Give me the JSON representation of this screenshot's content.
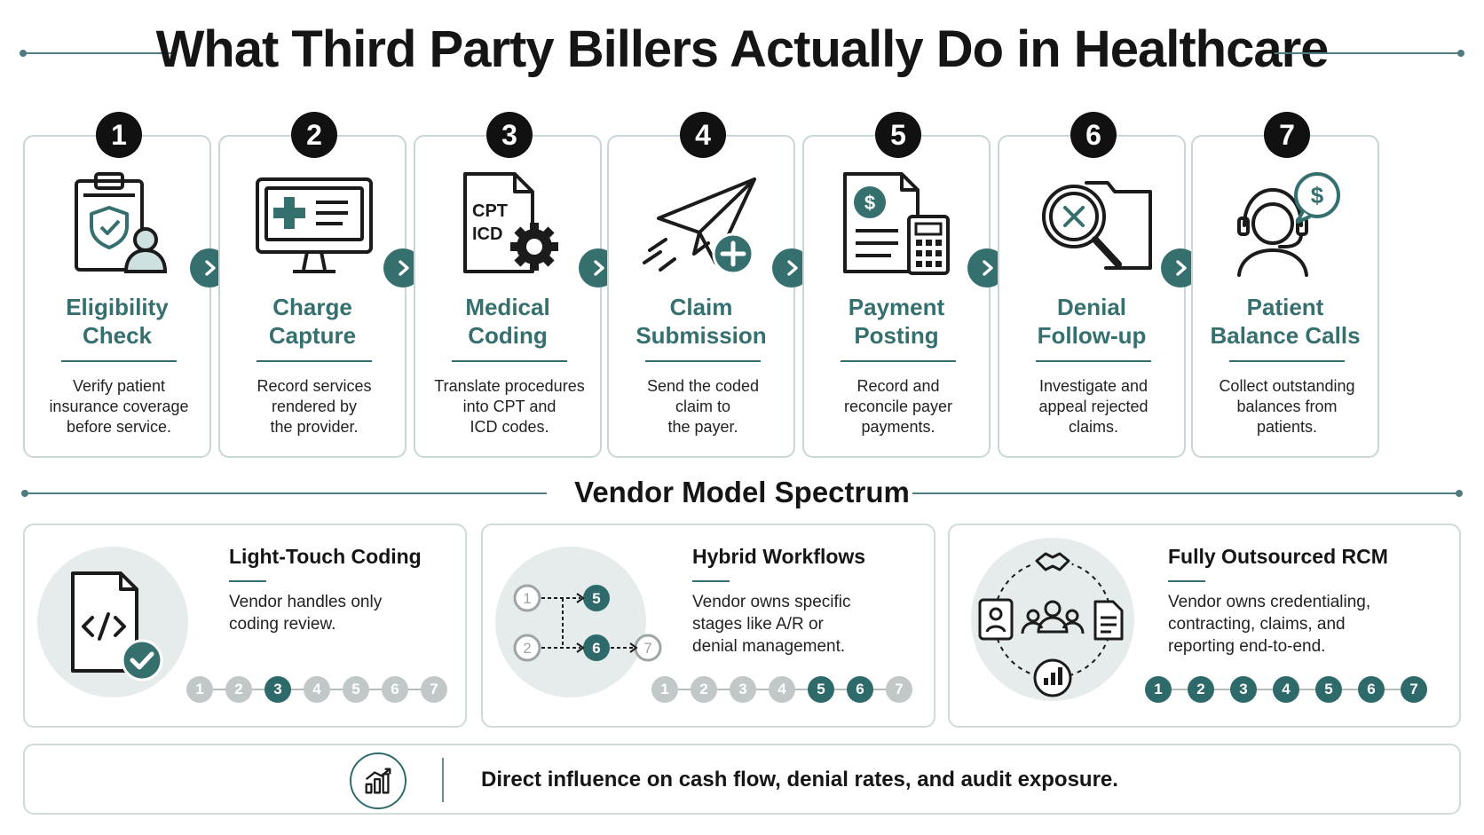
{
  "title": "What Third Party Billers Actually Do in Healthcare",
  "colors": {
    "accent": "#35706f",
    "muted": "#c2c7c7",
    "border": "#c9d6d7"
  },
  "steps": [
    {
      "number": "1",
      "title": "Eligibility\nCheck",
      "description": "Verify patient\ninsurance coverage\nbefore service.",
      "icon": "clipboard-shield-icon"
    },
    {
      "number": "2",
      "title": "Charge\nCapture",
      "description": "Record services\nrendered by\nthe provider.",
      "icon": "monitor-plus-icon"
    },
    {
      "number": "3",
      "title": "Medical\nCoding",
      "description": "Translate procedures\ninto CPT and\nICD codes.",
      "icon": "cpt-icd-document-gear-icon",
      "icon_labels": [
        "CPT",
        "ICD"
      ]
    },
    {
      "number": "4",
      "title": "Claim\nSubmission",
      "description": "Send the coded\nclaim to\nthe payer.",
      "icon": "paper-plane-plus-icon"
    },
    {
      "number": "5",
      "title": "Payment\nPosting",
      "description": "Record and\nreconcile payer\npayments.",
      "icon": "invoice-calculator-icon"
    },
    {
      "number": "6",
      "title": "Denial\nFollow-up",
      "description": "Investigate and\nappeal rejected\nclaims.",
      "icon": "magnifier-x-folder-icon"
    },
    {
      "number": "7",
      "title": "Patient\nBalance Calls",
      "description": "Collect outstanding\nbalances from\npatients.",
      "icon": "headset-dollar-icon"
    }
  ],
  "vendor_section": {
    "title": "Vendor Model Spectrum",
    "models": [
      {
        "name": "Light-Touch Coding",
        "description": "Vendor handles only\ncoding review.",
        "active_steps": [
          3
        ],
        "icon": "code-file-check-icon"
      },
      {
        "name": "Hybrid Workflows",
        "description": "Vendor owns specific\nstages like A/R or\ndenial management.",
        "active_steps": [
          5,
          6
        ],
        "icon": "step-flow-icon"
      },
      {
        "name": "Fully Outsourced RCM",
        "description": "Vendor owns credentialing,\ncontracting, claims, and\nreporting end-to-end.",
        "active_steps": [
          1,
          2,
          3,
          4,
          5,
          6,
          7
        ],
        "icon": "team-cycle-icon"
      }
    ],
    "scale_numbers": [
      "1",
      "2",
      "3",
      "4",
      "5",
      "6",
      "7"
    ]
  },
  "footer": {
    "text": "Direct influence on cash flow, denial rates, and audit exposure.",
    "icon": "growth-chart-icon"
  }
}
